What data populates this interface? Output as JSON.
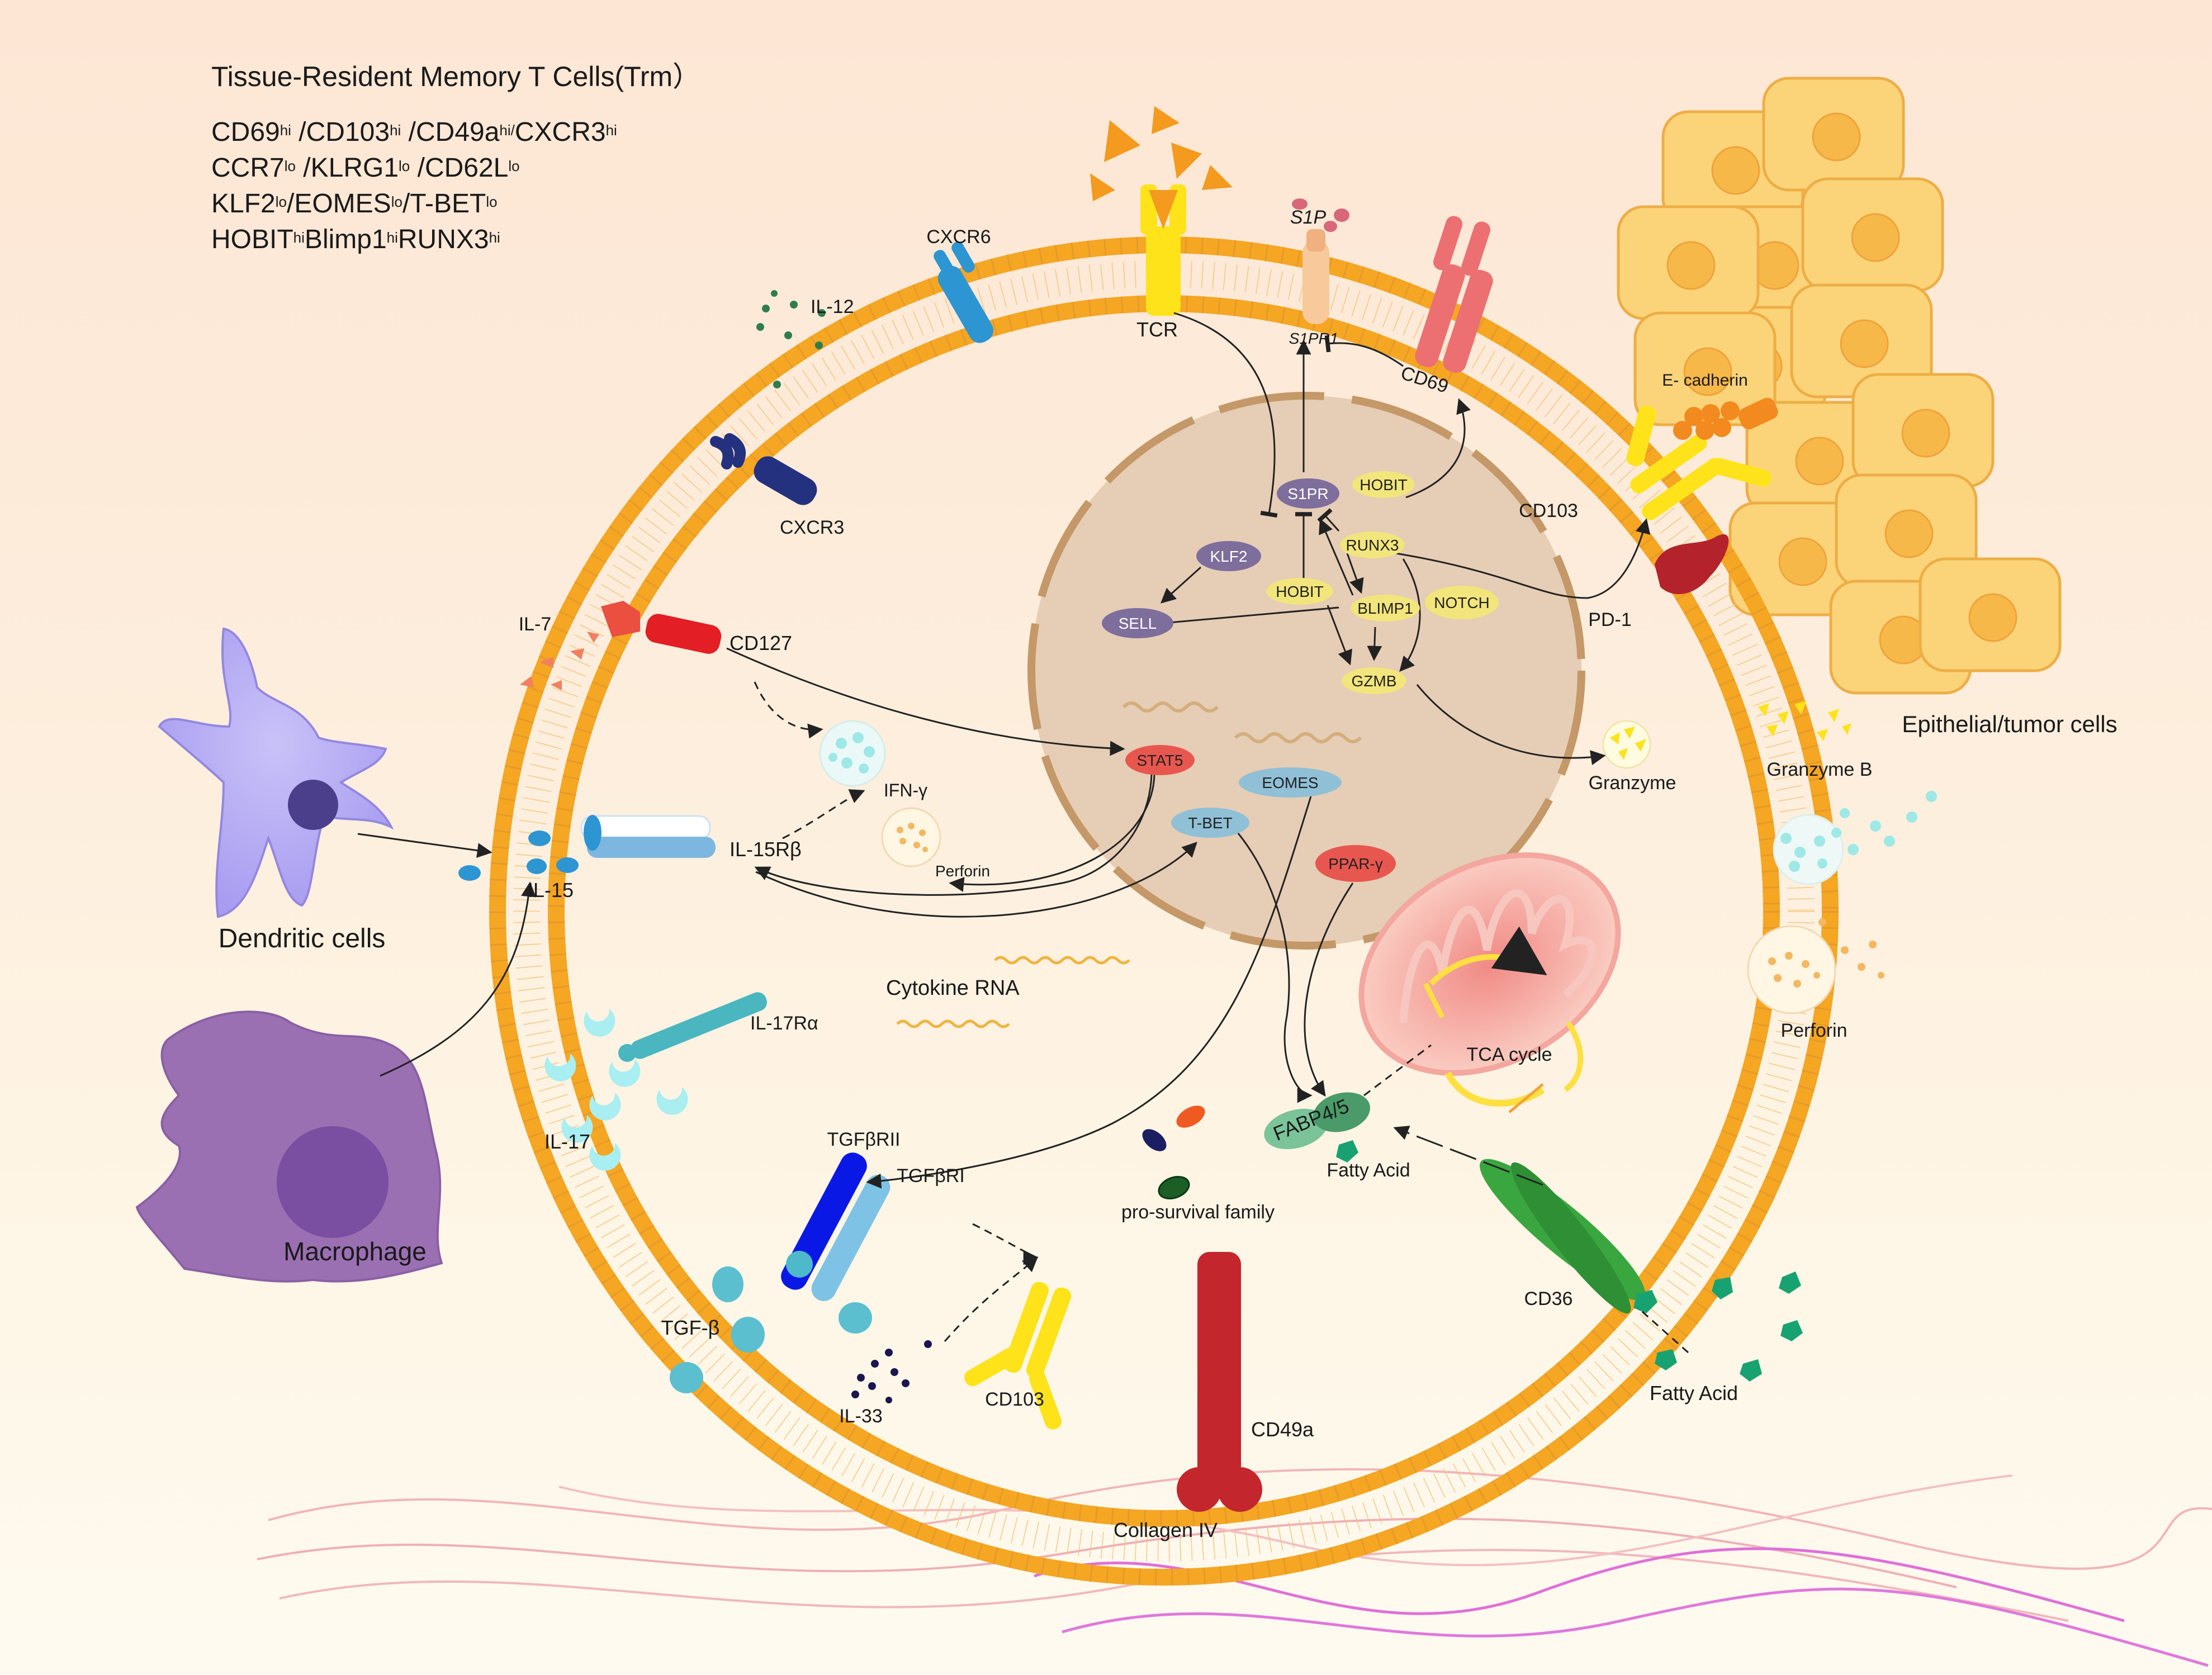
{
  "header": {
    "title": "Tissue-Resident Memory T Cells(Trm）",
    "lines": [
      [
        [
          "CD69",
          "hi",
          " /"
        ],
        [
          "CD103",
          "hi",
          " /"
        ],
        [
          "CD49a",
          "hi/",
          ""
        ],
        [
          "CXCR3",
          "hi",
          ""
        ]
      ],
      [
        [
          "CCR7",
          "lo",
          " /"
        ],
        [
          "KLRG1",
          "lo",
          " /"
        ],
        [
          "CD62L",
          "lo",
          ""
        ]
      ],
      [
        [
          "KLF2",
          "lo",
          "/"
        ],
        [
          "EOMES",
          "lo",
          "/"
        ],
        [
          "T-BET",
          "lo",
          ""
        ]
      ],
      [
        [
          "HOBIT",
          "hi",
          ""
        ],
        [
          "Blimp1",
          "hi",
          ""
        ],
        [
          "RUNX3",
          "hi",
          ""
        ]
      ]
    ]
  },
  "labels": {
    "tcr": "TCR",
    "cxcr6": "CXCR6",
    "s1p": "S1P",
    "s1pr1": "S1PR1",
    "cd69": "CD69",
    "il12": "IL-12",
    "cxcr3": "CXCR3",
    "il7": "IL-7",
    "cd127": "CD127",
    "ifng": "IFN-γ",
    "perforin_in": "Perforin",
    "il15rb": "IL-15Rβ",
    "il15": "IL-15",
    "dendritic": "Dendritic cells",
    "macrophage": "Macrophage",
    "cytokine_rna": "Cytokine RNA",
    "il17ra": "IL-17Rα",
    "il17": "IL-17",
    "tgfbrii": "TGFβRII",
    "tgfbri": "TGFβRI",
    "tgfb": "TGF-β",
    "il33": "IL-33",
    "cd103_bottom": "CD103",
    "cd49a": "CD49a",
    "collagen": "Collagen IV",
    "prosurvival": "pro-survival family",
    "fatty_acid_in": "Fatty Acid",
    "fabp": "FABP4/5",
    "tca": "TCA cycle",
    "cd36": "CD36",
    "fatty_acid_out": "Fatty Acid",
    "perforin_out": "Perforin",
    "granzyme_b": "Granzyme B",
    "granzyme": "Granzyme",
    "pd1": "PD-1",
    "cd103_right": "CD103",
    "ecadherin": "E- cadherin",
    "epithelial": "Epithelial/tumor cells"
  },
  "nodes": {
    "s1pr": "S1PR",
    "hobit_top": "HOBIT",
    "klf2": "KLF2",
    "runx3": "RUNX3",
    "hobit_mid": "HOBIT",
    "notch": "NOTCH",
    "blimp1": "BLIMP1",
    "sell": "SELL",
    "gzmb": "GZMB",
    "stat5": "STAT5",
    "eomes": "EOMES",
    "tbet": "T-BET",
    "pparg": "PPAR-γ"
  },
  "colors": {
    "membrane": "#f5a623",
    "nucleus": "#e6cdb5",
    "nucleus_ring": "#c49868",
    "purple_node": "#7e6e9c",
    "yellow_node": "#f2e57c",
    "red_node": "#e8574f",
    "blue_node": "#8fc0d6",
    "tcr": "#ffe31a",
    "cd69": "#ec7072",
    "cd49a": "#c4262e",
    "cd36": "#3aa63f",
    "pd1": "#b4232b",
    "epithelial": "#fbc65c"
  }
}
